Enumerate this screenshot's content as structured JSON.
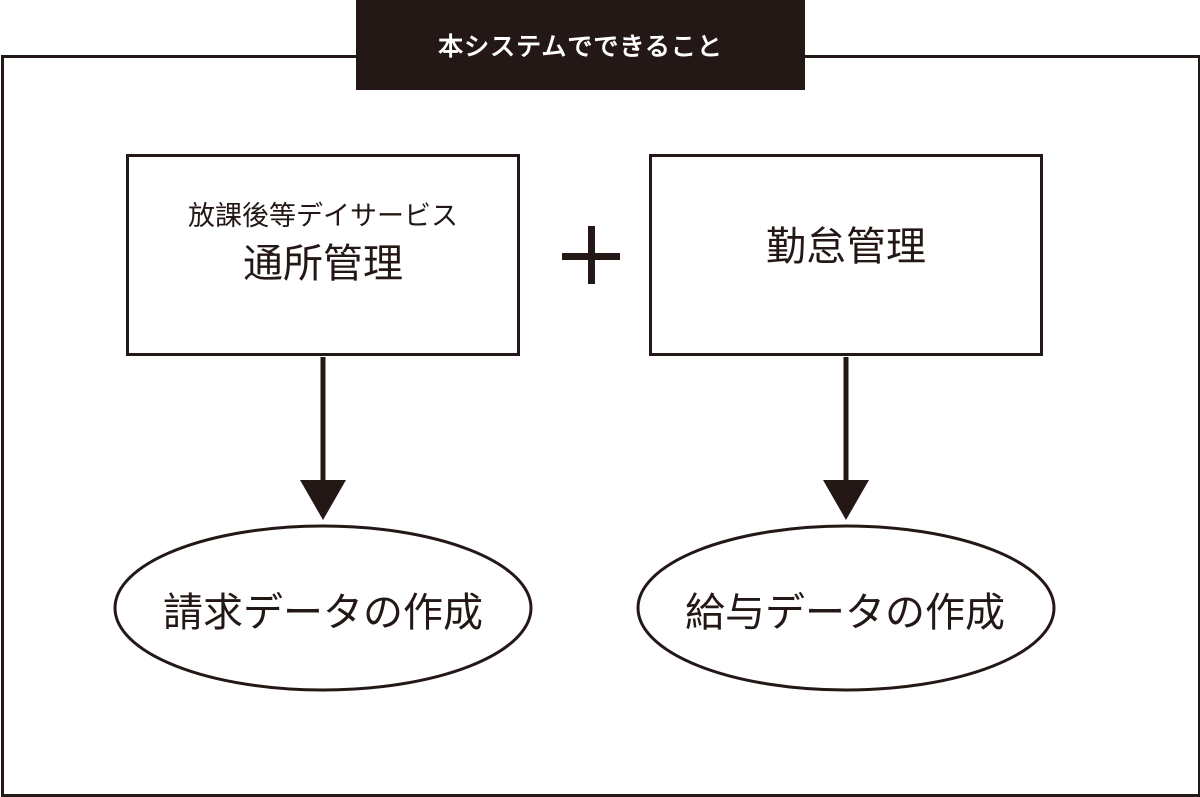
{
  "header": {
    "title": "本システムでできること"
  },
  "left_box": {
    "subtitle": "放課後等デイサービス",
    "title": "通所管理"
  },
  "operator": {
    "symbol": "＋"
  },
  "right_box": {
    "title": "勤怠管理"
  },
  "outputs": {
    "left": "請求データの作成",
    "right": "給与データの作成"
  },
  "colors": {
    "ink": "#231815",
    "background": "#ffffff"
  }
}
